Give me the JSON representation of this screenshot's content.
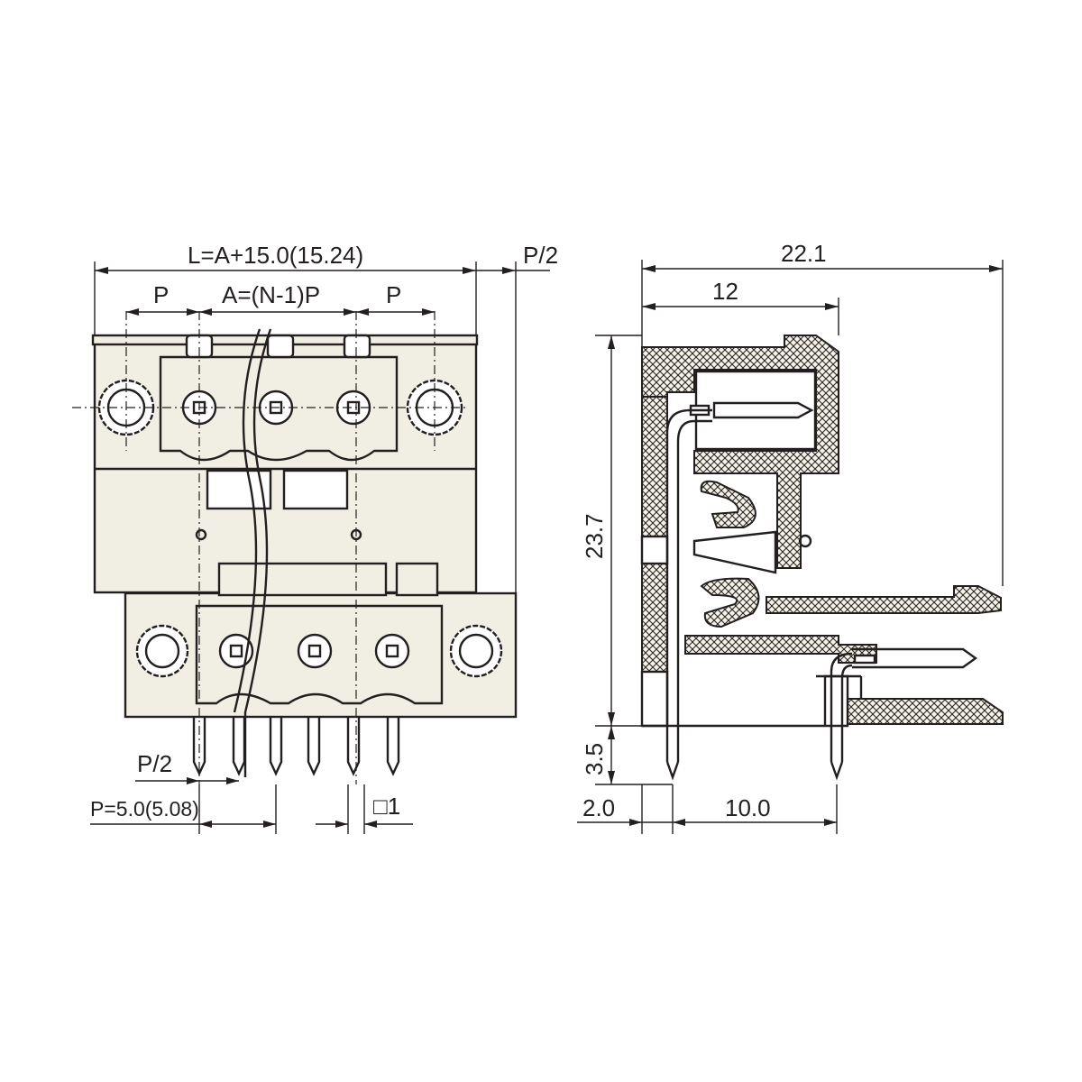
{
  "front_view": {
    "dim_overall_length": "L=A+15.0(15.24)",
    "dim_half_pitch_right": "P/2",
    "dim_pitch_left": "P",
    "dim_span": "A=(N-1)P",
    "dim_pitch_right": "P",
    "dim_half_pitch_pins": "P/2",
    "dim_pitch_value": "P=5.0(5.08)",
    "dim_pin_square": "□1"
  },
  "side_view": {
    "dim_overall_depth": "22.1",
    "dim_plug_depth": "12",
    "dim_height": "23.7",
    "dim_pin_length": "3.5",
    "dim_pin_offset": "2.0",
    "dim_row_spacing": "10.0"
  }
}
